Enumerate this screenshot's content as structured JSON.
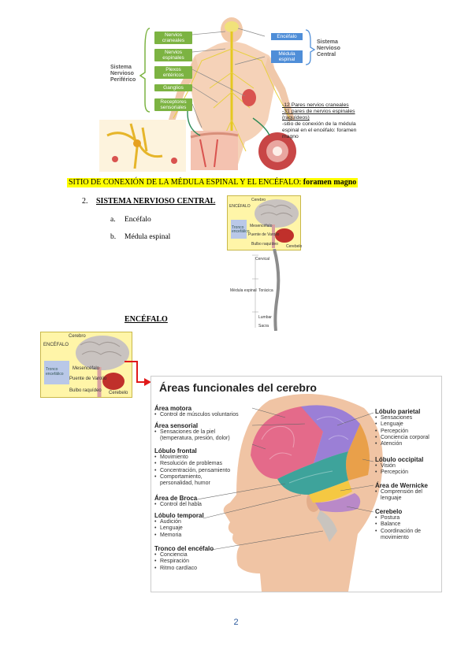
{
  "figure1": {
    "peripheral_title": "Sistema Nervioso Periférico",
    "central_title": "Sistema Nervioso Central",
    "peripheral_boxes": [
      "Nervios craneales",
      "Nervios espinales",
      "Plexos entéricos",
      "Ganglios",
      "Receptores sensoriales"
    ],
    "central_boxes": [
      "Encéfalo",
      "Médula espinal"
    ],
    "notes": [
      "-12 Pares nervios craneales",
      "-31 pares de nervios espinales (raquídeos)",
      "-sitio de conexión de la médula espinal en el encéfalo: foramen magno"
    ]
  },
  "highlight_heading": {
    "text": "SITIO DE CONEXIÓN DE LA MÉDULA ESPINAL Y EL ENCÉFALO: ",
    "bold": "foramen magno"
  },
  "section2": {
    "number": "2.",
    "title": "SISTEMA NERVIOSO CENTRAL",
    "items": [
      {
        "letter": "a.",
        "text": "Encéfalo"
      },
      {
        "letter": "b.",
        "text": "Médula espinal"
      }
    ]
  },
  "small_brain": {
    "cerebro": "Cerebro",
    "encefalo": "ENCÉFALO",
    "tronco": "Tronco encefálico",
    "mesencefalo": "Mesencéfalo",
    "puente": "Puente de Varolio",
    "bulbo": "Bulbo raquídeo",
    "cerebelo": "Cerebelo",
    "cervical": "Cervical",
    "medula": "Médula espinal",
    "toracica": "Torácica",
    "lumbar": "Lumbar",
    "sacra": "Sacra"
  },
  "encefalo_heading": "ENCÉFALO",
  "big_figure": {
    "title": "Áreas funcionales del cerebro",
    "left_groups": [
      {
        "title": "Área motora",
        "items": [
          "Control de músculos voluntarios"
        ]
      },
      {
        "title": "Área sensorial",
        "items": [
          "Sensaciones de la piel (temperatura, presión, dolor)"
        ]
      },
      {
        "title": "Lóbulo frontal",
        "items": [
          "Movimiento",
          "Resolución de problemas",
          "Concentración, pensamiento",
          "Comportamiento, personalidad, humor"
        ]
      },
      {
        "title": "Área de Broca",
        "items": [
          "Control del habla"
        ]
      },
      {
        "title": "Lóbulo temporal",
        "items": [
          "Audición",
          "Lenguaje",
          "Memoria"
        ]
      },
      {
        "title": "Tronco del encéfalo",
        "items": [
          "Conciencia",
          "Respiración",
          "Ritmo cardíaco"
        ]
      }
    ],
    "right_groups": [
      {
        "title": "Lóbulo parietal",
        "items": [
          "Sensaciones",
          "Lenguaje",
          "Percepción",
          "Conciencia corporal",
          "Atención"
        ]
      },
      {
        "title": "Lóbulo occipital",
        "items": [
          "Visión",
          "Percepción"
        ]
      },
      {
        "title": "Área de Wernicke",
        "items": [
          "Comprensión del lenguaje"
        ]
      },
      {
        "title": "Cerebelo",
        "items": [
          "Postura",
          "Balance",
          "Coordinación de movimiento"
        ]
      }
    ]
  },
  "page_number": "2"
}
